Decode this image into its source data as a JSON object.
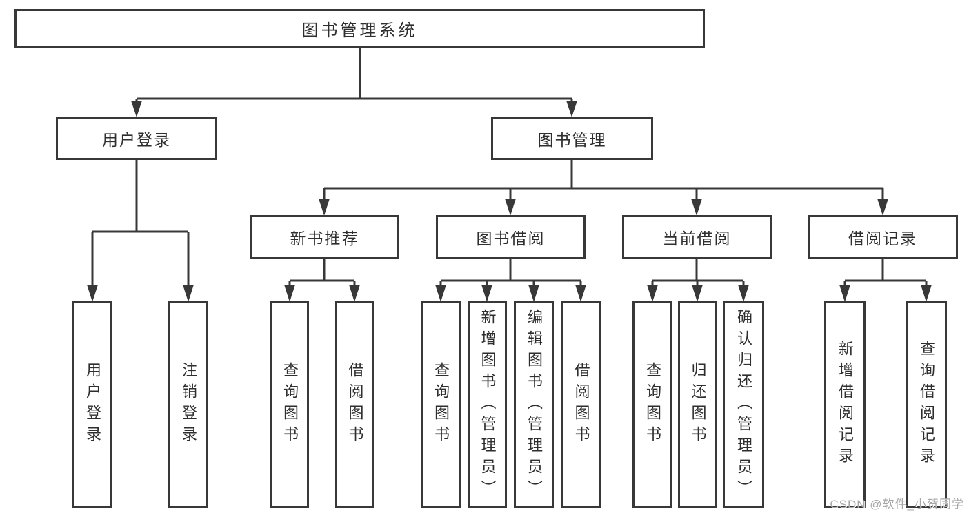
{
  "diagram": {
    "tree": {
      "label": "图书管理系统",
      "children": [
        {
          "label": "用户登录",
          "children": [
            {
              "label": "用户登录"
            },
            {
              "label": "注销登录"
            }
          ]
        },
        {
          "label": "图书管理",
          "children": [
            {
              "label": "新书推荐",
              "children": [
                {
                  "label": "查询图书"
                },
                {
                  "label": "借阅图书"
                }
              ]
            },
            {
              "label": "图书借阅",
              "children": [
                {
                  "label": "查询图书"
                },
                {
                  "label": "新增图书（管理员）"
                },
                {
                  "label": "编辑图书（管理员）"
                },
                {
                  "label": "借阅图书"
                }
              ]
            },
            {
              "label": "当前借阅",
              "children": [
                {
                  "label": "查询图书"
                },
                {
                  "label": "归还图书"
                },
                {
                  "label": "确认归还（管理员）"
                }
              ]
            },
            {
              "label": "借阅记录",
              "children": [
                {
                  "label": "新增借阅记录"
                },
                {
                  "label": "查询借阅记录"
                }
              ]
            }
          ]
        }
      ]
    },
    "line_color": "#383838",
    "background_color": "#ffffff"
  },
  "watermark": {
    "text": "CSDN @软件_小贺同学"
  }
}
